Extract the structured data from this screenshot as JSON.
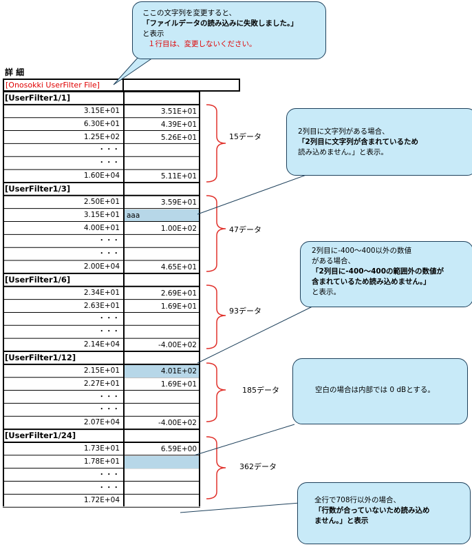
{
  "title": "詳 細",
  "file_header": {
    "label": "[Onosokki UserFilter File]"
  },
  "sections": [
    {
      "header": "[UserFilter1/1]",
      "count": "15データ"
    },
    {
      "header": "[UserFilter1/3]",
      "count": "47データ"
    },
    {
      "header": "[UserFilter1/6]",
      "count": "93データ"
    },
    {
      "header": "[UserFilter1/12]",
      "count": "185データ"
    },
    {
      "header": "[UserFilter1/24]",
      "count": "362データ"
    }
  ],
  "rows": [
    [
      "3.15E+01",
      "3.51E+01"
    ],
    [
      "6.30E+01",
      "4.39E+01"
    ],
    [
      "1.25E+02",
      "5.26E+01"
    ],
    [
      "・・・",
      ""
    ],
    [
      "・・・",
      ""
    ],
    [
      "1.60E+04",
      "5.11E+01"
    ],
    [
      "2.50E+01",
      "3.59E+01"
    ],
    [
      "3.15E+01",
      "aaa"
    ],
    [
      "4.00E+01",
      "1.00E+02"
    ],
    [
      "・・・",
      ""
    ],
    [
      "・・・",
      ""
    ],
    [
      "2.00E+04",
      "4.65E+01"
    ],
    [
      "2.34E+01",
      "2.69E+01"
    ],
    [
      "2.63E+01",
      "1.69E+01"
    ],
    [
      "・・・",
      ""
    ],
    [
      "・・・",
      ""
    ],
    [
      "2.14E+04",
      "-4.00E+02"
    ],
    [
      "2.15E+01",
      "4.01E+02"
    ],
    [
      "2.27E+01",
      "1.69E+01"
    ],
    [
      "・・・",
      ""
    ],
    [
      "・・・",
      ""
    ],
    [
      "2.07E+04",
      "-4.00E+02"
    ],
    [
      "1.73E+01",
      "6.59E+00"
    ],
    [
      "1.78E+01",
      ""
    ],
    [
      "・・・",
      ""
    ],
    [
      "・・・",
      ""
    ],
    [
      "1.72E+04",
      ""
    ]
  ],
  "callouts": {
    "c1": {
      "l1": "ここの文字列を変更すると、",
      "l2": "「ファイルデータの読み込みに失敗しました。」",
      "l3": "と表示",
      "l4": "１行目は、変更しないください。"
    },
    "c2": {
      "l1": "2列目に文字列がある場合、",
      "l2": "「2列目に文字列が含まれているため",
      "l3": "読み込めません。」と表示。"
    },
    "c3": {
      "l1": "2列目に-400～400以外の数値",
      "l2": "がある場合、",
      "l3": "「2列目に-400～400の範囲外の数値が",
      "l4": "含まれているため読み込めません。」",
      "l5": "と表示。"
    },
    "c4": {
      "l1": "空白の場合は内部では 0 dBとする。"
    },
    "c5": {
      "l1": "全行で708行以外の場合、",
      "l2": "「行数が合っていないため読み込め",
      "l3": "ません。」と表示"
    }
  },
  "colors": {
    "highlight": "#b7d7e8",
    "bubble": "#c8eaf8",
    "red": "#e00000",
    "brace": "#e0302a"
  }
}
